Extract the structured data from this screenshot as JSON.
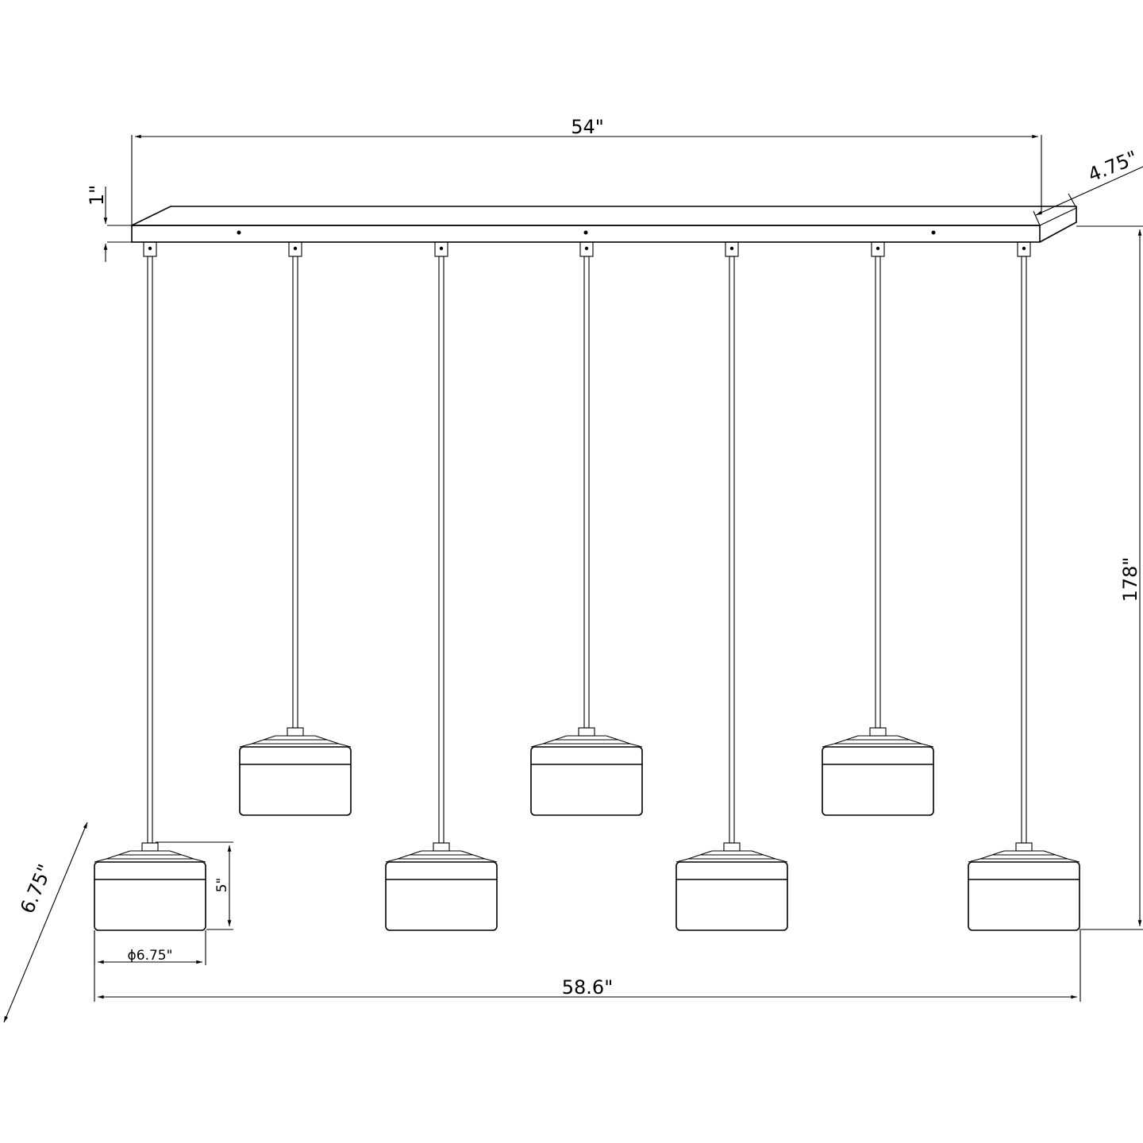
{
  "dimensions": {
    "canopy_length": "54\"",
    "canopy_height": "1\"",
    "canopy_depth": "4.75\"",
    "overall_height": "178\"",
    "overall_width": "58.6\"",
    "shade_height": "5\"",
    "shade_diameter": "ϕ6.75\"",
    "shade_depth": "6.75\""
  },
  "colors": {
    "line": "#000000",
    "background": "#ffffff"
  }
}
